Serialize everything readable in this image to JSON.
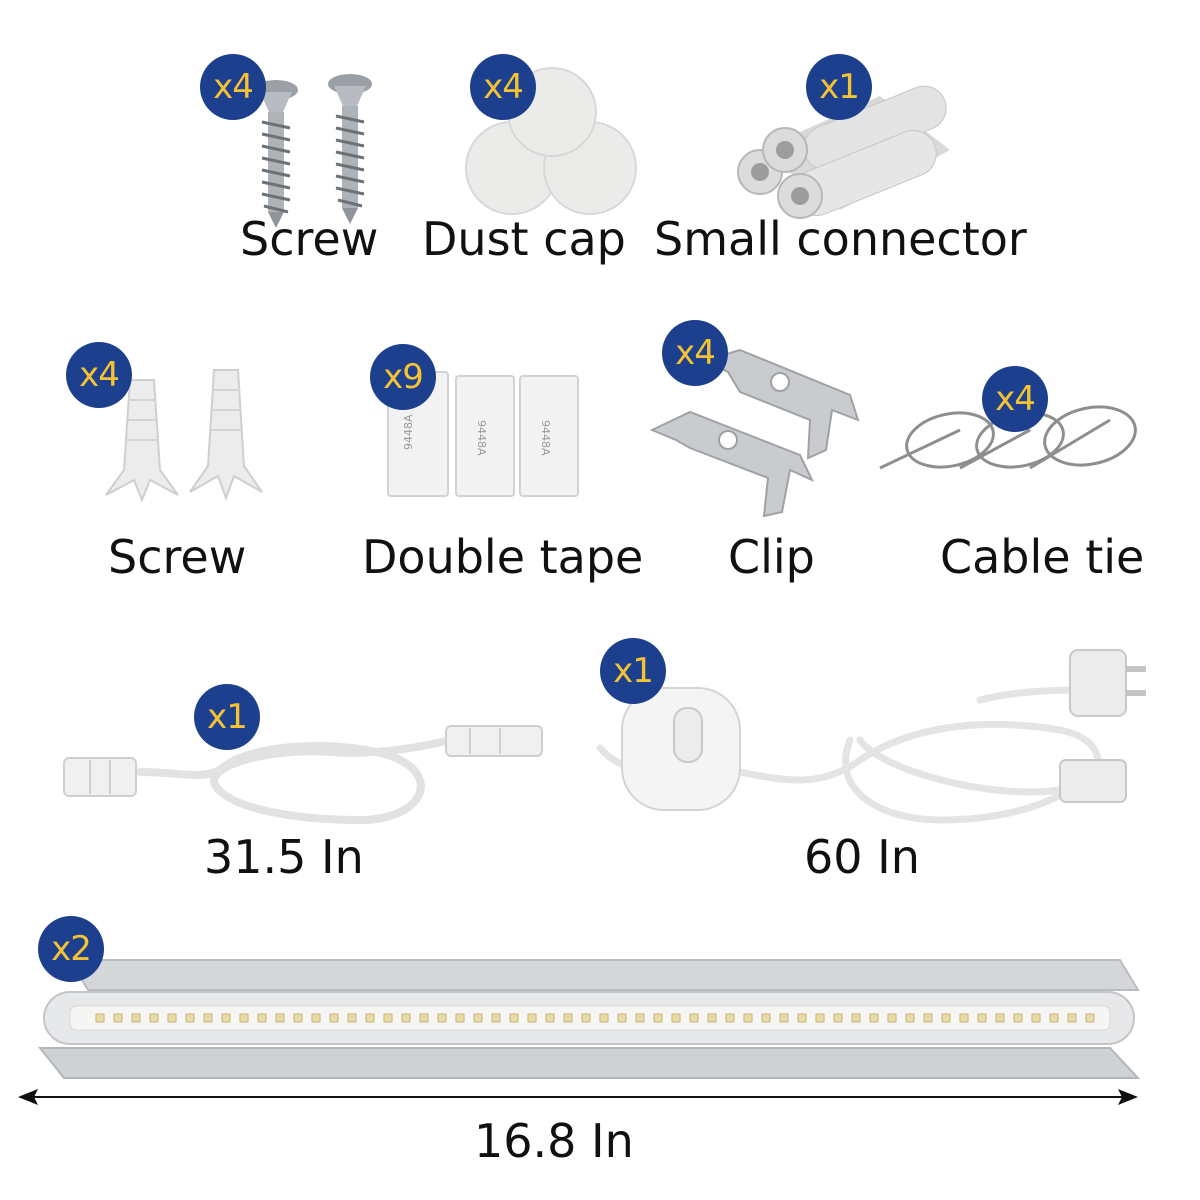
{
  "items": [
    {
      "label": "Screw",
      "qty": "x4"
    },
    {
      "label": "Dust cap",
      "qty": "x4"
    },
    {
      "label": "Small connector",
      "qty": "x1"
    },
    {
      "label": "Screw",
      "qty": "x4"
    },
    {
      "label": "Double tape",
      "qty": "x9"
    },
    {
      "label": "Clip",
      "qty": "x4"
    },
    {
      "label": "Cable tie",
      "qty": "x4"
    },
    {
      "label": "31.5 In",
      "qty": "x1"
    },
    {
      "label": "60 In",
      "qty": "x1"
    },
    {
      "qty": "x2"
    }
  ],
  "bar_length": "16.8 In",
  "tape_text": "9448A",
  "colors": {
    "badge_bg": "#1c3f8e",
    "badge_text": "#f5c233"
  }
}
